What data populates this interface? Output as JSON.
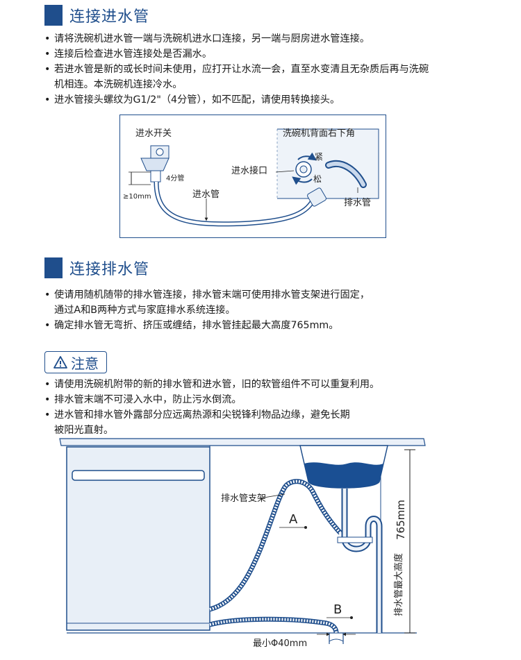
{
  "section1": {
    "title": "连接进水管",
    "bullets": [
      "请将洗碗机进水管一端与洗碗机进水口连接，另一端与厨房进水管连接。",
      "连接后检查进水管连接处是否漏水。",
      "若进水管是新的或长时间未使用，应打开让水流一会，直至水变清且无杂质后再与洗碗",
      "机相连。本洗碗机连接冷水。",
      "进水管接头螺纹为G1/2\"（4分管），如不匹配，请使用转换接头。"
    ]
  },
  "diagram1": {
    "switch_label": "进水开关",
    "corner_label": "洗碗机背面右下角",
    "inlet_label": "进水接口",
    "tight_label": "紧",
    "loose_label": "松",
    "quarter_pipe_label": "4分管",
    "mm_label": "≥10mm",
    "inlet_hose_label": "进水管",
    "drain_hose_label": "排水管"
  },
  "section2": {
    "title": "连接排水管",
    "bullets": [
      "使请用随机随带的排水管连接，排水管末端可使用排水管支架进行固定，",
      "通过A和B两种方式与家庭排水系统连接。",
      "确定排水管无弯折、挤压或缠结，排水管挂起最大高度765mm。"
    ]
  },
  "caution": {
    "title": "注意",
    "bullets": [
      "请使用洗碗机附带的新的排水管和进水管，旧的软管组件不可以重复利用。",
      "排水管末端不可浸入水中，防止污水倒流。",
      "进水管和排水管外露部分应远离热源和尖锐锋利物品边缘，避免长期",
      "被阳光直射。"
    ]
  },
  "diagram2": {
    "bracket_label": "排水管支架",
    "a_label": "A",
    "b_label": "B",
    "min_diameter_label": "最小Φ40mm",
    "max_height_label": "排水管最大高度",
    "height_value": "765mm"
  },
  "colors": {
    "accent": "#1f4e8c",
    "water": "#1a4f93",
    "light_fill": "#e8eff7"
  }
}
